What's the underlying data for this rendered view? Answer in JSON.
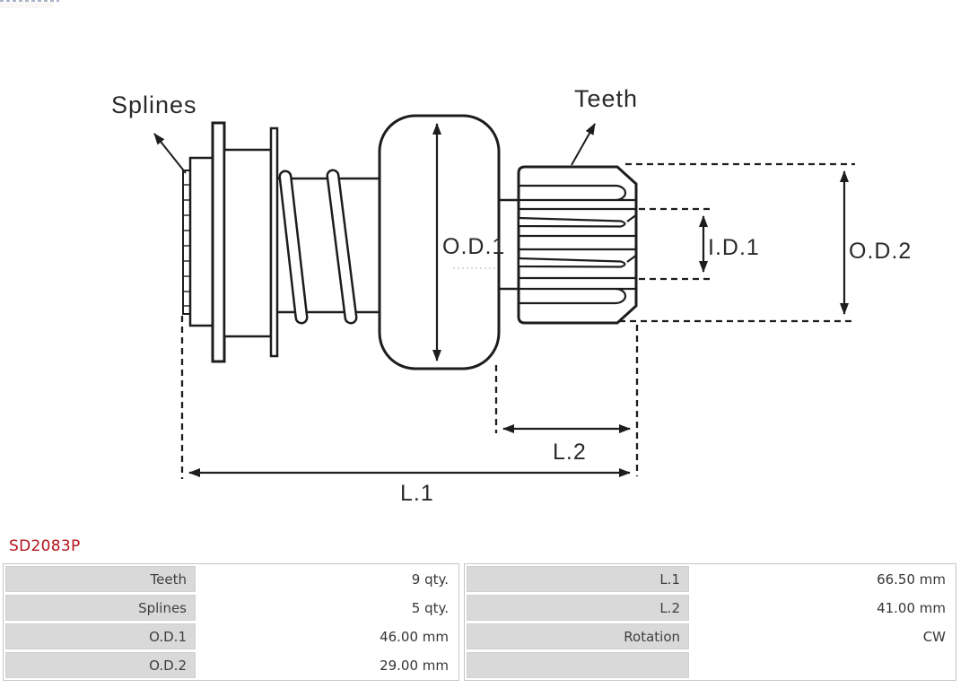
{
  "part_number": "SD2083P",
  "accent_color": "#b5121b",
  "diagram": {
    "labels": {
      "splines": "Splines",
      "teeth": "Teeth",
      "od1": "O.D.1",
      "id1": "I.D.1",
      "od2": "O.D.2",
      "l1": "L.1",
      "l2": "L.2"
    }
  },
  "spec_tables": [
    {
      "rows": [
        {
          "label": "Teeth",
          "value": "9 qty."
        },
        {
          "label": "Splines",
          "value": "5 qty."
        },
        {
          "label": "O.D.1",
          "value": "46.00 mm"
        },
        {
          "label": "O.D.2",
          "value": "29.00 mm"
        }
      ]
    },
    {
      "rows": [
        {
          "label": "L.1",
          "value": "66.50 mm"
        },
        {
          "label": "L.2",
          "value": "41.00 mm"
        },
        {
          "label": "Rotation",
          "value": "CW"
        },
        {
          "label": "",
          "value": ""
        }
      ]
    }
  ]
}
